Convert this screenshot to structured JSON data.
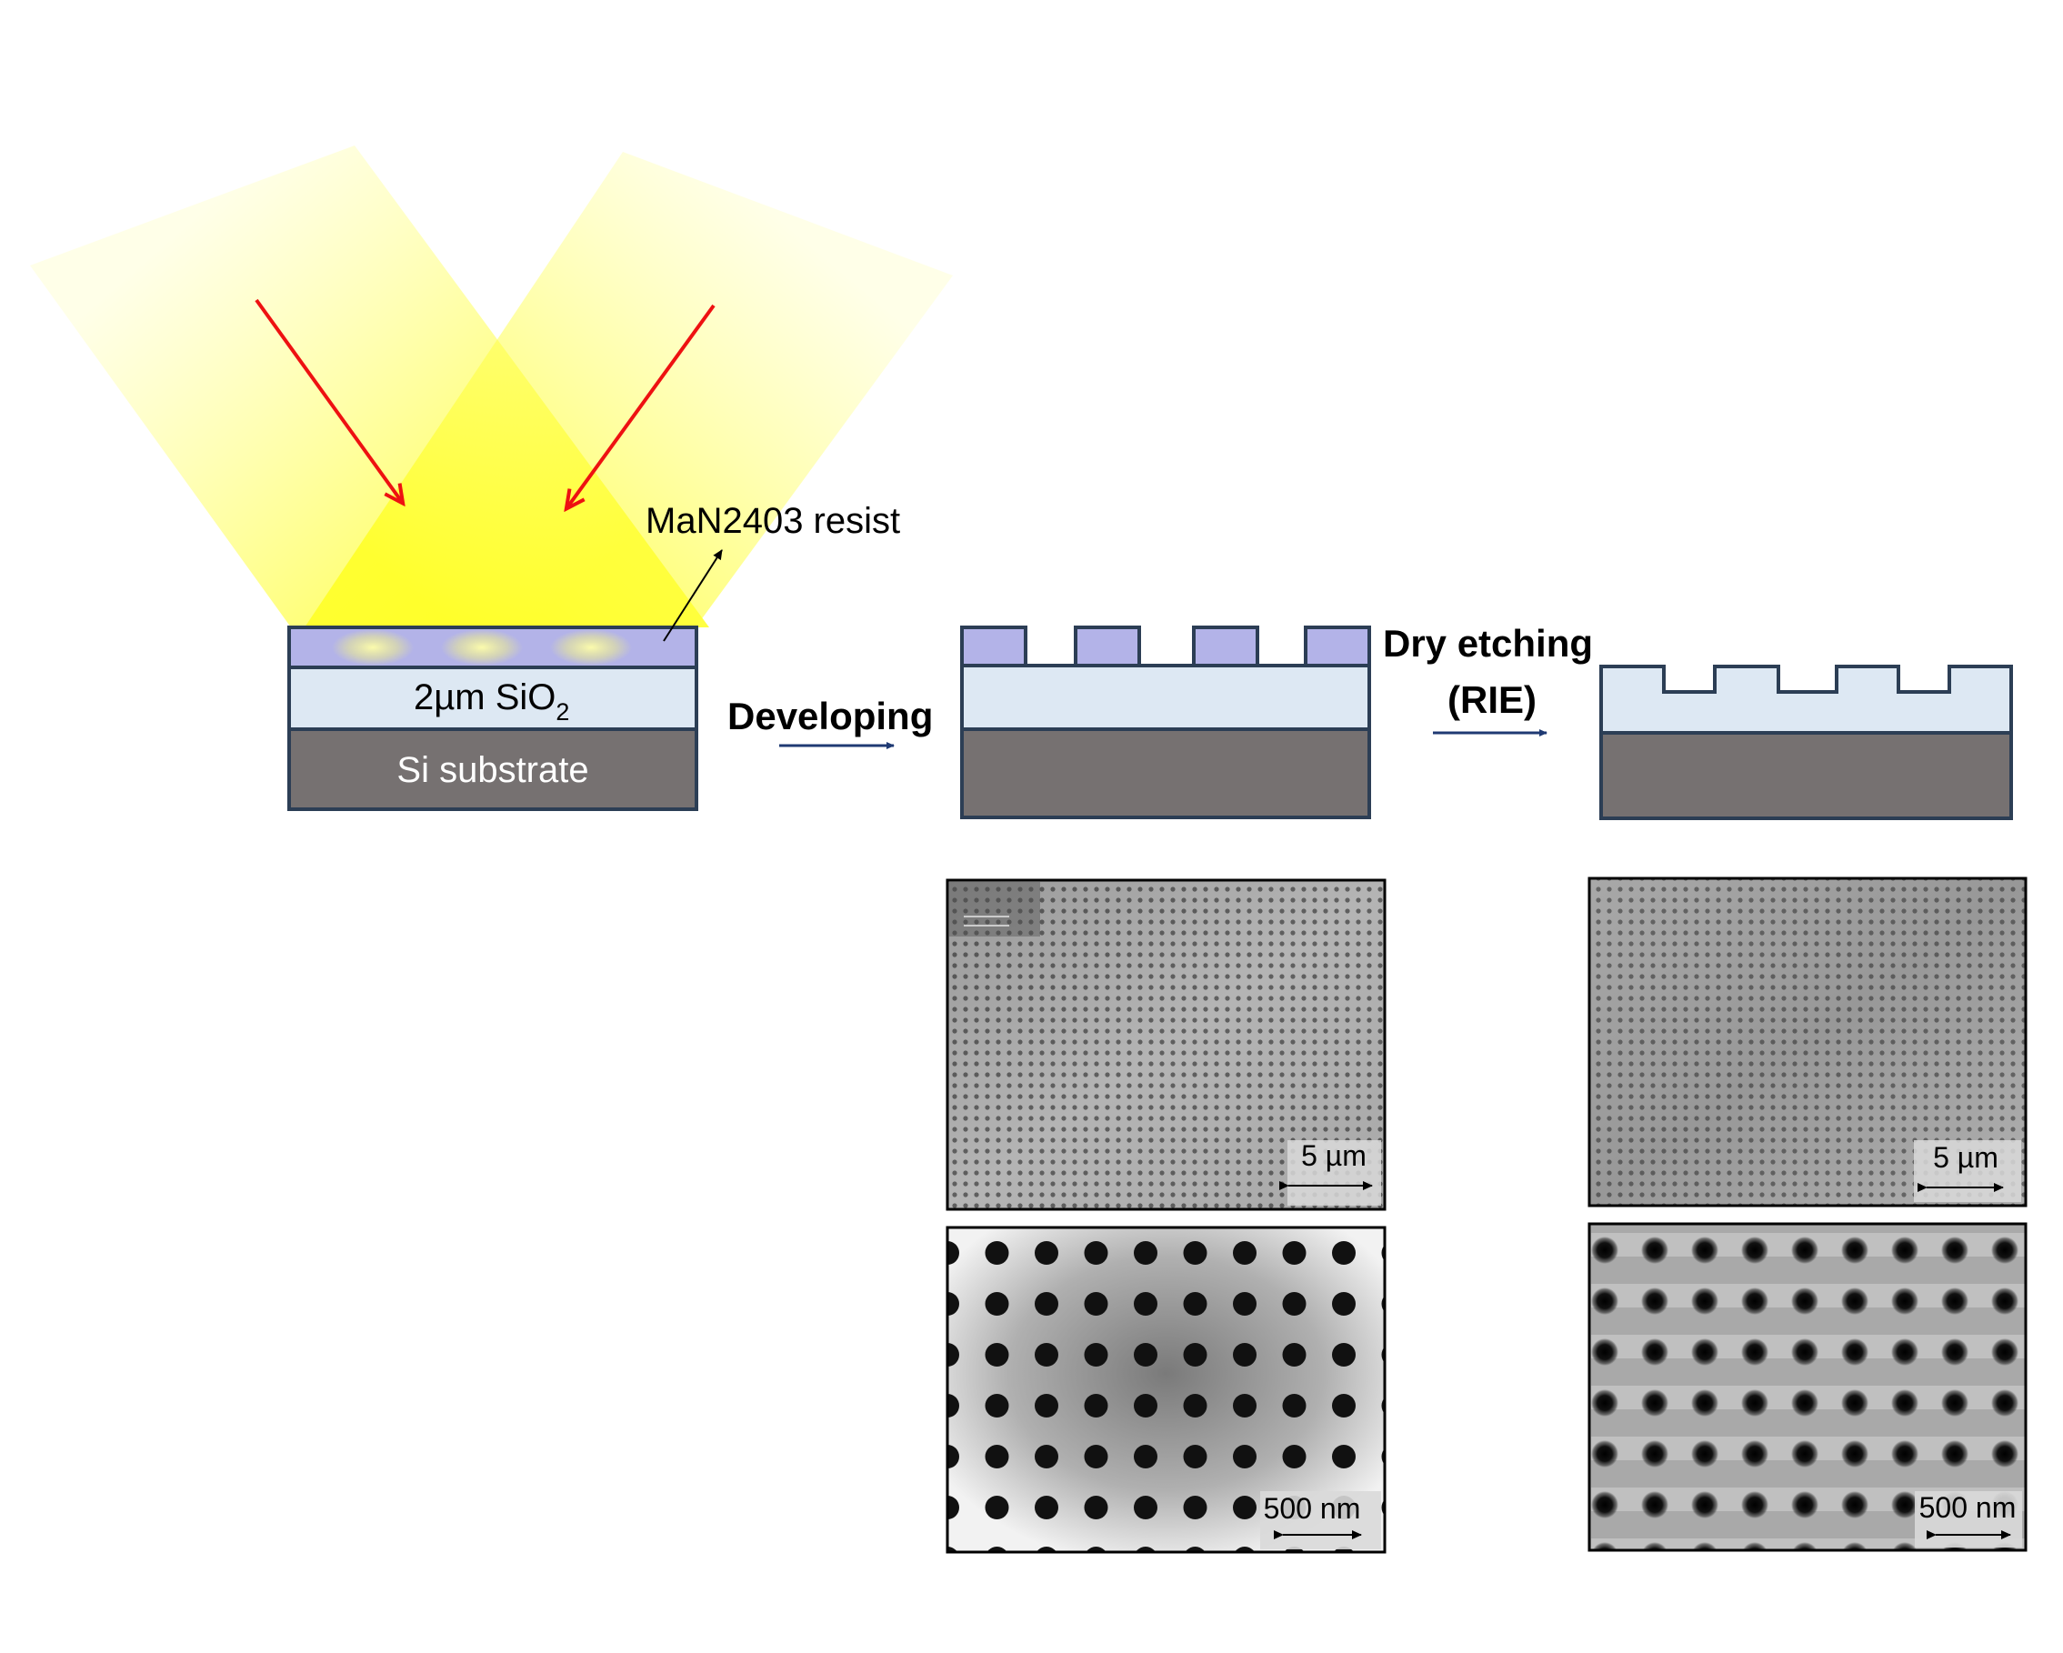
{
  "labels": {
    "resist": "MaN2403 resist",
    "sio2_prefix": "2µm SiO",
    "sio2_sub": "2",
    "substrate": "Si substrate",
    "developing": "Developing",
    "dry_etching": "Dry etching",
    "rie": "(RIE)"
  },
  "sem": {
    "developed_low_scale": "5 µm",
    "developed_high_scale": "500 nm",
    "etched_low_scale": "5 µm",
    "etched_high_scale": "500 nm"
  },
  "colors": {
    "beam": "#ffff33",
    "arrow_red": "#ee1111",
    "resist": "#b3b3e8",
    "sio2": "#dde8f3",
    "substrate": "#767171",
    "outline": "#2c3e55",
    "process_arrow": "#1f3a73"
  }
}
